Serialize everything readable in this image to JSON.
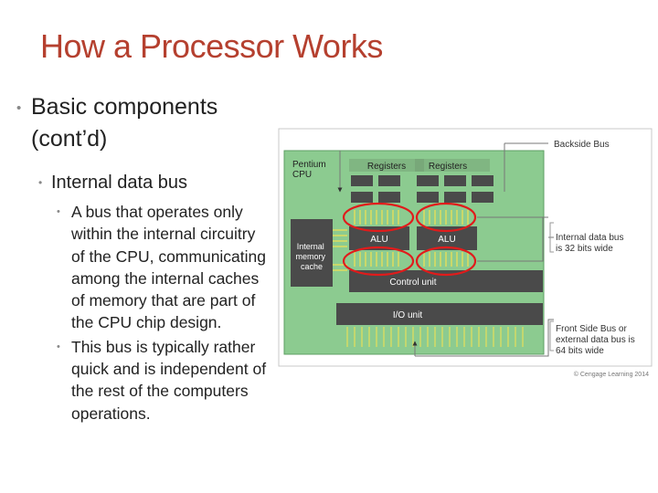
{
  "slide": {
    "title": "How a Processor Works",
    "bullets": [
      {
        "text": "Basic components\n(cont’d)"
      },
      {
        "text": "Internal data bus"
      },
      {
        "text": "A bus that operates only within the internal circuitry of the CPU, communicating among the internal caches of memory that are part of the CPU chip design."
      },
      {
        "text": "This bus is typically rather quick and is independent of the rest of the computers operations."
      }
    ]
  },
  "figure": {
    "cpu_label": "Pentium\nCPU",
    "registers_label": "Registers",
    "alu_label": "ALU",
    "cache_label": "Internal\nmemory\ncache",
    "control_label": "Control unit",
    "io_label": "I/O unit",
    "backside_label": "Backside Bus",
    "internal_bus_label": "Internal data bus\nis 32 bits wide",
    "frontside_label": "Front Side Bus or\nexternal data bus is\n64 bits wide",
    "credit": "© Cengage Learning 2014",
    "colors": {
      "chip_green": "#8ccb90",
      "block_gray": "#4a4a4a",
      "highlight_red": "#e11b1b",
      "title_red": "#b5402f"
    }
  }
}
